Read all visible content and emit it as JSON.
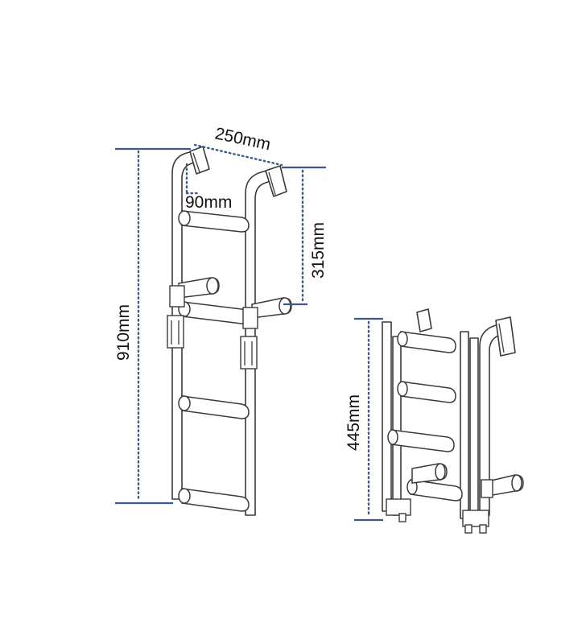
{
  "dimensions": {
    "width": "250mm",
    "depth": "90mm",
    "upper_height": "315mm",
    "total_height": "910mm",
    "folded_height": "445mm"
  },
  "colors": {
    "dimension_line": "#3d5a8a",
    "outline": "#3a3a3a",
    "background": "#ffffff"
  }
}
